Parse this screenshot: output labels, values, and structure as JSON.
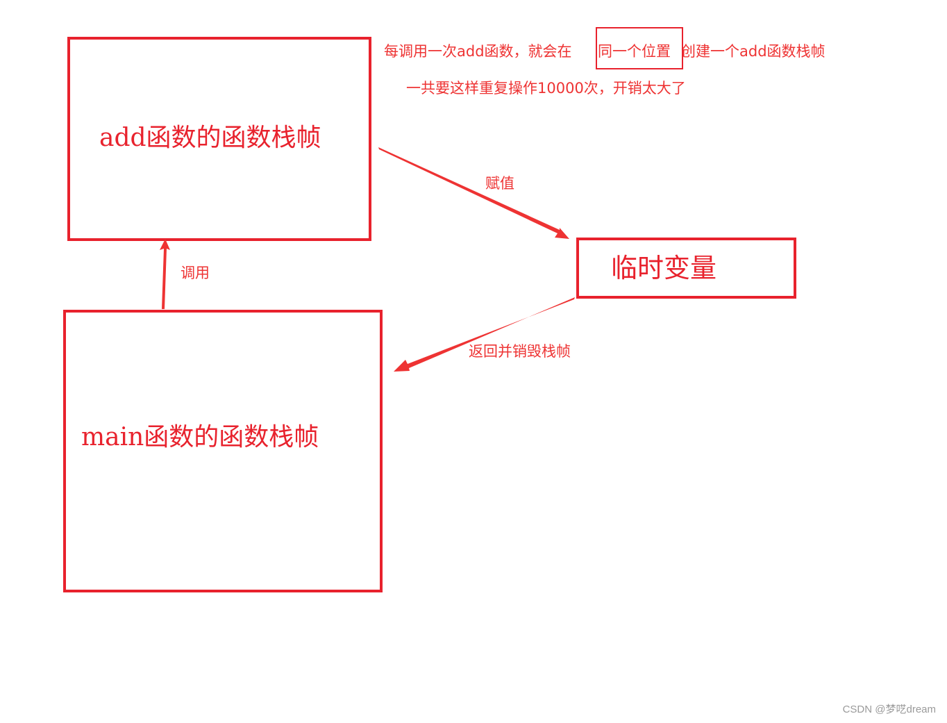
{
  "boxes": {
    "add_frame": "add函数的函数栈帧",
    "main_frame": "main函数的函数栈帧",
    "temp_var": "临时变量"
  },
  "arrow_labels": {
    "call": "调用",
    "assign": "赋值",
    "return": "返回并销毁栈帧"
  },
  "notes": {
    "line1_part1": "每调用一次add函数，就会在",
    "line1_highlight": "同一个位置",
    "line1_part2": "创建一个add函数栈帧",
    "line2": "一共要这样重复操作10000次，开销太大了"
  },
  "watermark": "CSDN @梦呓dream",
  "colors": {
    "box_border": "#e8222d",
    "text": "#ee3333"
  }
}
